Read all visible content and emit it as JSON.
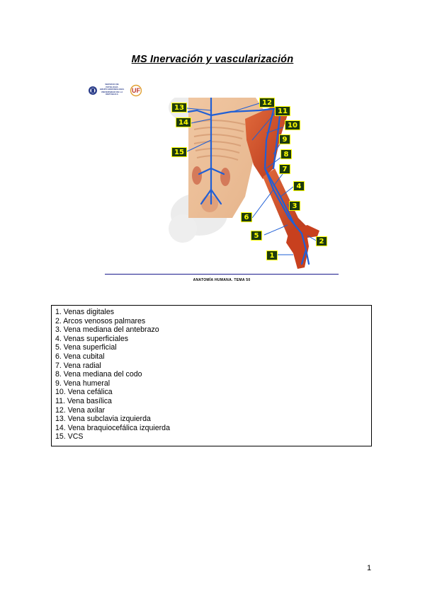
{
  "title": "MS Inervación y vascularización",
  "logo_text": "SERVICIO DE\nPATOLOGÍA\nGRUPO BIOFISIOLOGÍA\nUNIVERSIDAD DE LA REPÚBLICA",
  "logo_letters": "UF",
  "figure_labels": [
    "1",
    "2",
    "3",
    "4",
    "5",
    "6",
    "7",
    "8",
    "9",
    "10",
    "11",
    "12",
    "13",
    "14",
    "15"
  ],
  "caption": "ANATOMÍA HUMANA. TEMA 50",
  "legend": [
    "1. Venas digitales",
    "2. Arcos venosos palmares",
    "3. Vena mediana del antebrazo",
    "4. Venas superficiales",
    "5. Vena superficial",
    "6. Vena cubital",
    "7. Vena radial",
    "8. Vena mediana del codo",
    "9. Vena humeral",
    "10. Vena cefálica",
    "11. Vena basílica",
    "12. Vena axilar",
    "13. Vena subclavia izquierda",
    "14. Vena braquiocefálica izquierda",
    "15. VCS"
  ],
  "page_number": "1",
  "colors": {
    "label_bg": "#1d3a10",
    "label_text": "#ffff00",
    "vein": "#1f5fd6",
    "muscle": "#c8401e"
  }
}
